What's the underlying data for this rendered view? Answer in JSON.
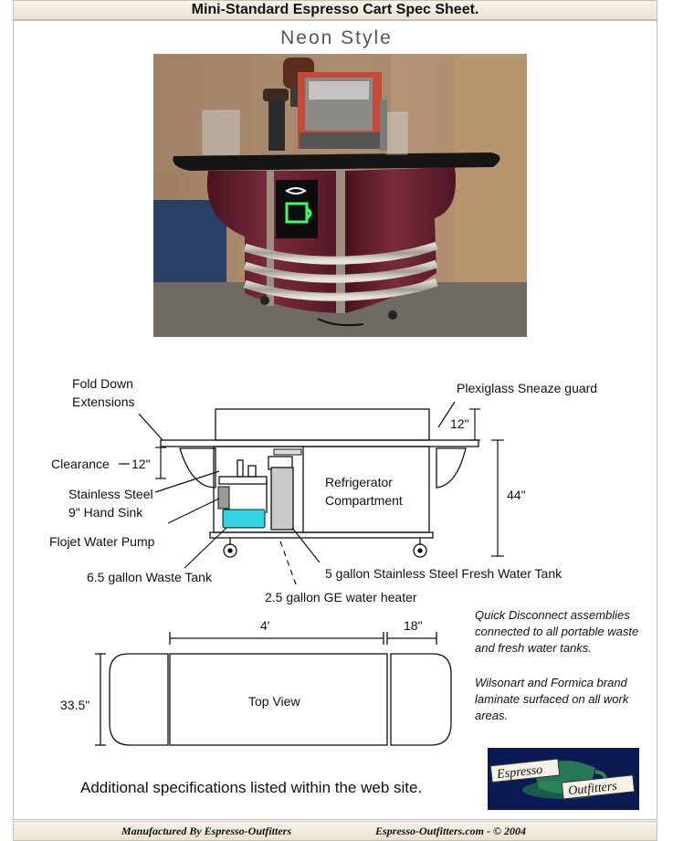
{
  "header": {
    "title": "Mini-Standard Espresso Cart  Spec Sheet."
  },
  "subtitle": "Neon Style",
  "diagram_labels": {
    "fold_down_line1": "Fold Down",
    "fold_down_line2": "Extensions",
    "sneeze_guard": "Plexiglass Sneaze guard",
    "sneeze_height": "12\"",
    "clearance": "Clearance",
    "clearance_height": "12\"",
    "sink_line1": "Stainless Steel",
    "sink_line2": "9\" Hand Sink",
    "fridge_line1": "Refrigerator",
    "fridge_line2": "Compartment",
    "cart_height": "44\"",
    "pump": "Flojet Water Pump",
    "waste_tank": "6.5 gallon Waste Tank",
    "fresh_tank": "5 gallon Stainless Steel Fresh Water Tank",
    "heater": "2.5 gallon GE water heater"
  },
  "top_view": {
    "length": "4'",
    "extension": "18\"",
    "depth": "33.5\"",
    "label": "Top View"
  },
  "notes": [
    "Quick Disconnect assemblies connected to all portable waste and fresh water tanks.",
    "Wilsonart and Formica brand laminate surfaced on all work areas."
  ],
  "additional": "Additional specifications listed within the web site.",
  "logo": {
    "word1": "Espresso",
    "word2": "Outfitters"
  },
  "footer": {
    "manufacturer": "Manufactured By Espresso-Outfitters",
    "site": "Espresso-Outfitters.com  -  © 2004"
  }
}
